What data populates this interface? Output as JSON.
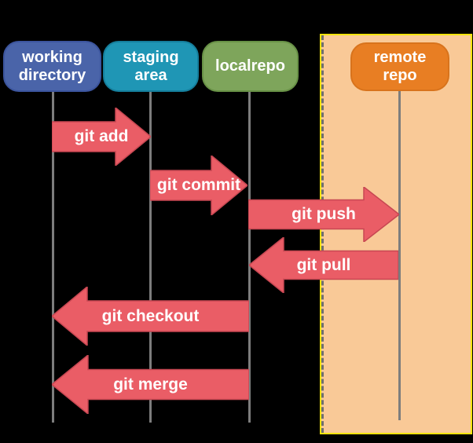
{
  "lanes": [
    {
      "id": "working-directory",
      "label": "working\ndirectory",
      "color": "#4a64a9"
    },
    {
      "id": "staging-area",
      "label": "staging\narea",
      "color": "#1f96b5"
    },
    {
      "id": "localrepo",
      "label": "localrepo",
      "color": "#7ea55b"
    },
    {
      "id": "remote-repo",
      "label": "remote\nrepo",
      "color": "#e87e23"
    }
  ],
  "arrows": [
    {
      "label": "git add",
      "from": "working-directory",
      "to": "staging-area",
      "direction": "right"
    },
    {
      "label": "git commit",
      "from": "staging-area",
      "to": "localrepo",
      "direction": "right"
    },
    {
      "label": "git push",
      "from": "localrepo",
      "to": "remote-repo",
      "direction": "right"
    },
    {
      "label": "git pull",
      "from": "remote-repo",
      "to": "localrepo",
      "direction": "left"
    },
    {
      "label": "git checkout",
      "from": "localrepo",
      "to": "working-directory",
      "direction": "left"
    },
    {
      "label": "git merge",
      "from": "localrepo",
      "to": "working-directory",
      "direction": "left"
    }
  ],
  "colors": {
    "background": "#000000",
    "arrow_fill": "#ea5d66",
    "arrow_stroke": "#c74752",
    "arrow_text": "#ffffff",
    "lane_text": "#ffffff",
    "lifeline": "#7d7d7d",
    "panel_background": "#f9c997",
    "panel_border": "#f2e30d",
    "panel_dash": "#6f6f6f"
  }
}
